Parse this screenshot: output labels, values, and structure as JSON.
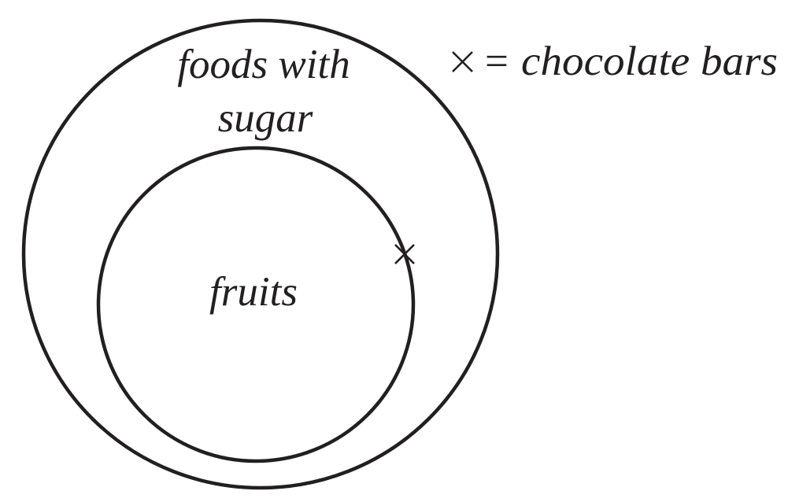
{
  "diagram": {
    "outer_set": {
      "label_line1": "foods with",
      "label_line2": "sugar"
    },
    "inner_set": {
      "label": "fruits"
    },
    "legend": {
      "symbol": "×",
      "equals": "=",
      "description": "chocolate bars"
    },
    "marked_item": {
      "symbol": "×",
      "represents": "chocolate bars"
    },
    "ink_color": "#231f20"
  }
}
